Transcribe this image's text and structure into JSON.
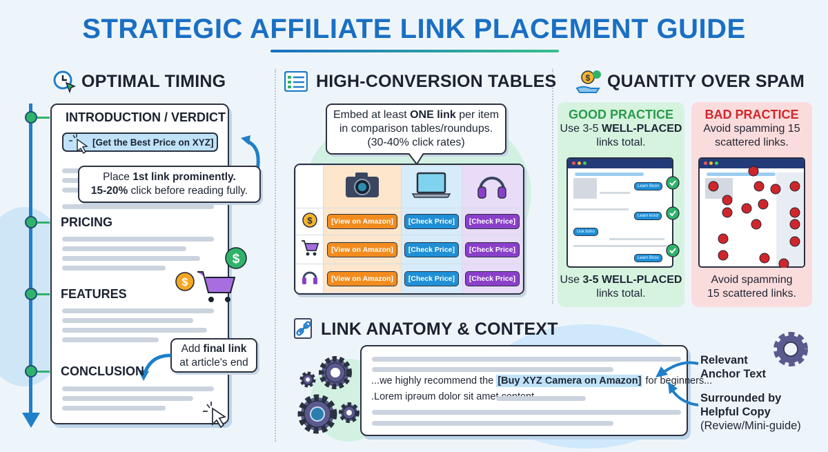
{
  "title": "STRATEGIC AFFILIATE LINK PLACEMENT GUIDE",
  "colors": {
    "title": "#1a6fc4",
    "good": "#2a9a4a",
    "bad": "#d0262b",
    "timeline": "#1f7fc9",
    "dot": "#2fb36a"
  },
  "timing": {
    "heading": "OPTIMAL TIMING",
    "icon": "clock-cursor-icon",
    "sections": [
      "INTRODUCTION / VERDICT",
      "PRICING",
      "FEATURES",
      "CONCLUSION"
    ],
    "intro_link": "[Get the Best Price on XYZ]",
    "callout1": {
      "pre": "Place ",
      "bold1": "1st link prominently.",
      "bold2": "15-20%",
      "post": " click before reading fully."
    },
    "callout2": {
      "pre": "Add ",
      "bold": "final link",
      "post": "at article's end"
    }
  },
  "tables": {
    "heading": "HIGH-CONVERSION TABLES",
    "callout": {
      "pre": "Embed at least ",
      "bold": "ONE link",
      "post": " per item",
      "line2": "in comparison tables/roundups.",
      "line3": "(30-40% click rates)"
    },
    "columns": [
      "camera-icon",
      "laptop-icon",
      "headphones-icon"
    ],
    "row_icons": [
      "dollar-icon",
      "cart-icon",
      "headphones-icon"
    ],
    "rows": [
      [
        "[View on Amazon]",
        "[Check Price]",
        "[Check Price]"
      ],
      [
        "[View on Amazon]",
        "[Check Price]",
        "[Check Price]"
      ],
      [
        "[View on Amazon]",
        "[Check Price]",
        "[Check Price]"
      ]
    ]
  },
  "quantity": {
    "heading": "QUANTITY OVER SPAM",
    "good": {
      "title": "GOOD PRACTICE",
      "text_a": "Use 3-5 ",
      "text_b": "WELL-PLACED",
      "text_c": "links total.",
      "bottom_a": "Use ",
      "bottom_b": "3-5 WELL-PLACED",
      "bottom_c": "links total.",
      "mini_links": [
        "Learn Boon",
        "Learn kroot",
        "Uuk boho",
        "Learn Boos"
      ]
    },
    "bad": {
      "title": "BAD PRACTICE",
      "text": "Avoid spamming 15",
      "text2": "scattered links.",
      "bottom": "Avoid spamming",
      "bottom2": "15 scattered links."
    }
  },
  "anatomy": {
    "heading": "LINK ANATOMY & CONTEXT",
    "sentence_pre": "...we highly recommend the ",
    "anchor": "[Buy XYZ Camera on Amazon]",
    "sentence_post": " for beginners...",
    "filler": ".Lorem iprəum dolor sit amet content.",
    "label1a": "Relevant",
    "label1b": "Anchor Text",
    "label2a": "Surrounded by",
    "label2b": "Helpful Copy",
    "label2c": "(Review/Mini-guide)"
  }
}
